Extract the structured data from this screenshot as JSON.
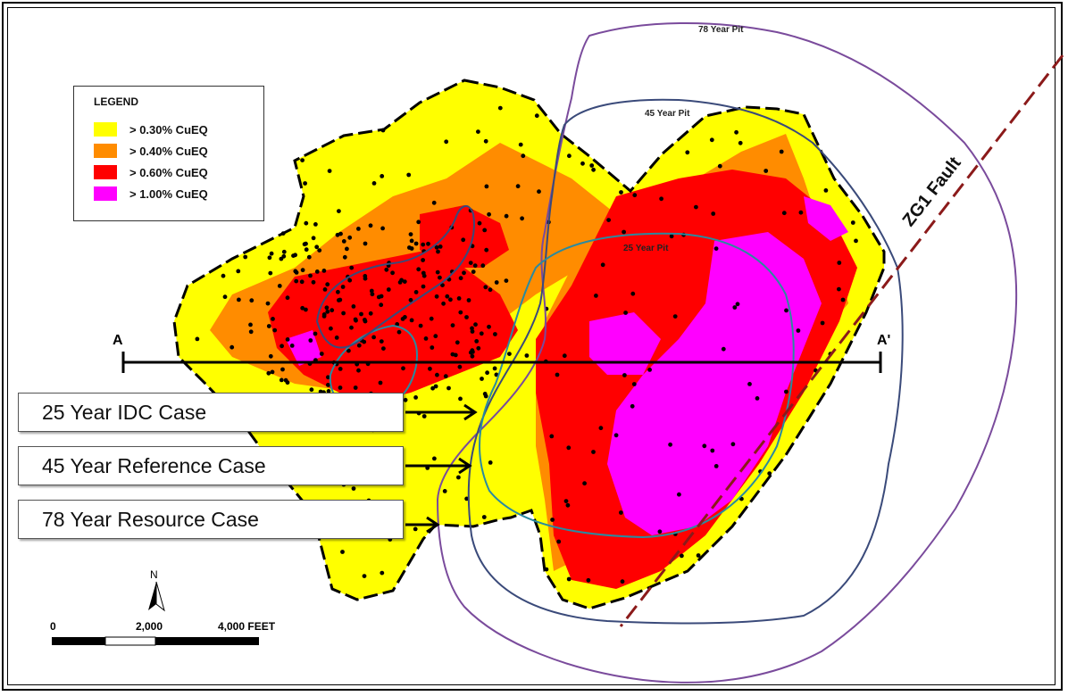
{
  "legend": {
    "title": "LEGEND",
    "items": [
      {
        "label": "> 0.30% CuEQ",
        "color": "#ffff00"
      },
      {
        "label": "> 0.40% CuEQ",
        "color": "#ff8c00"
      },
      {
        "label": "> 0.60% CuEQ",
        "color": "#ff0000"
      },
      {
        "label": "> 1.00% CuEQ",
        "color": "#ff00ff"
      }
    ]
  },
  "pits": {
    "pit78": {
      "label": "78 Year Pit",
      "color": "#7a4b9c"
    },
    "pit45": {
      "label": "45 Year Pit",
      "color": "#3a4a7a"
    },
    "pit25": {
      "label": "25 Year Pit",
      "color": "#2a8aa0"
    }
  },
  "fault": {
    "label": "ZG1 Fault",
    "color": "#8b1a1a"
  },
  "section": {
    "start_label": "A",
    "end_label": "A'"
  },
  "cases": [
    {
      "label": "25 Year IDC Case"
    },
    {
      "label": "45 Year Reference Case"
    },
    {
      "label": "78 Year Resource Case"
    }
  ],
  "north_arrow": {
    "label": "N"
  },
  "scale_bar": {
    "tick0": "0",
    "tick1": "2,000",
    "tick2": "4,000 FEET"
  }
}
